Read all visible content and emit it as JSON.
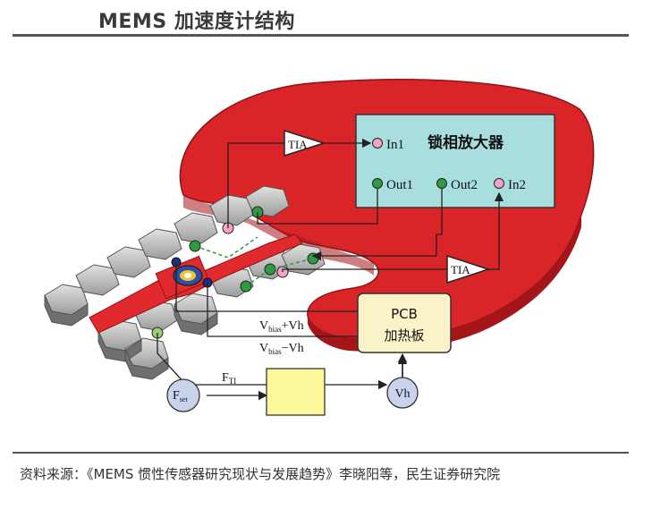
{
  "title": "MEMS 加速度计结构",
  "source_note": "资料来源：《MEMS 惯性传感器研究现状与发展趋势》李晓阳等，民生证券研究院",
  "diagram": {
    "amplifier_label": "锁相放大器",
    "in1": "In1",
    "out1": "Out1",
    "out2": "Out2",
    "in2": "In2",
    "tia_top": "TIA",
    "tia_right": "TIA",
    "pcb_line1": "PCB",
    "pcb_line2": "加热板",
    "vbias_plus_main": "V",
    "vbias_plus_sub": "bias",
    "vbias_plus_tail": "+Vh",
    "vbias_minus_main": "V",
    "vbias_minus_sub": "bias",
    "vbias_minus_tail": "−Vh",
    "fti_main": "F",
    "fti_sub": "TI",
    "fset_main": "F",
    "fset_sub": "set",
    "vh": "Vh"
  },
  "colors": {
    "substrate_red": "#e0282c",
    "amplifier_fill": "#a9dede",
    "pcb_fill": "#fbf3c8",
    "block_fill": "#fbf79a",
    "node_pink": "#f3a3c8",
    "node_green": "#2e9b43",
    "gray_pad": "#c8c8c8"
  }
}
